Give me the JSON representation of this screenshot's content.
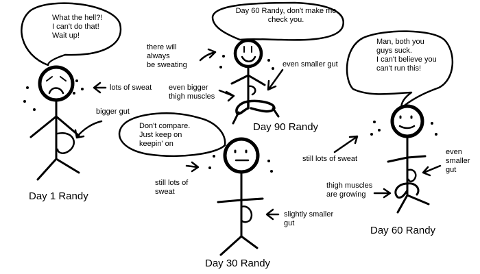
{
  "speech": {
    "day1": [
      "What the hell?!",
      "I can't do that!",
      "Wait up!"
    ],
    "day90": [
      "Day 60 Randy, don't make me",
      "check you."
    ],
    "day30": [
      "Don't compare.",
      "Just keep on",
      "keepin' on"
    ],
    "day60": [
      "Man, both you",
      "guys suck.",
      "I can't believe you",
      "can't run this!"
    ]
  },
  "captions": {
    "day1": "Day 1 Randy",
    "day90": "Day 90 Randy",
    "day30": "Day 30 Randy",
    "day60": "Day 60 Randy"
  },
  "notes": {
    "sweat_day1": "lots of sweat",
    "gut_day1": "bigger gut",
    "sweating_always": [
      "there will",
      "always",
      "be sweating"
    ],
    "thigh_day90": [
      "even bigger",
      "thigh muscles"
    ],
    "gut_day90": "even smaller gut",
    "sweat_day30": [
      "still lots of",
      "sweat"
    ],
    "gut_day30": [
      "slightly smaller",
      "gut"
    ],
    "sweat_day60": "still lots of sweat",
    "thigh_day60": [
      "thigh muscles",
      "are growing"
    ],
    "gut_day60": [
      "even",
      "smaller",
      "gut"
    ]
  },
  "colors": {
    "ink": "#000000",
    "paper": "#ffffff"
  }
}
